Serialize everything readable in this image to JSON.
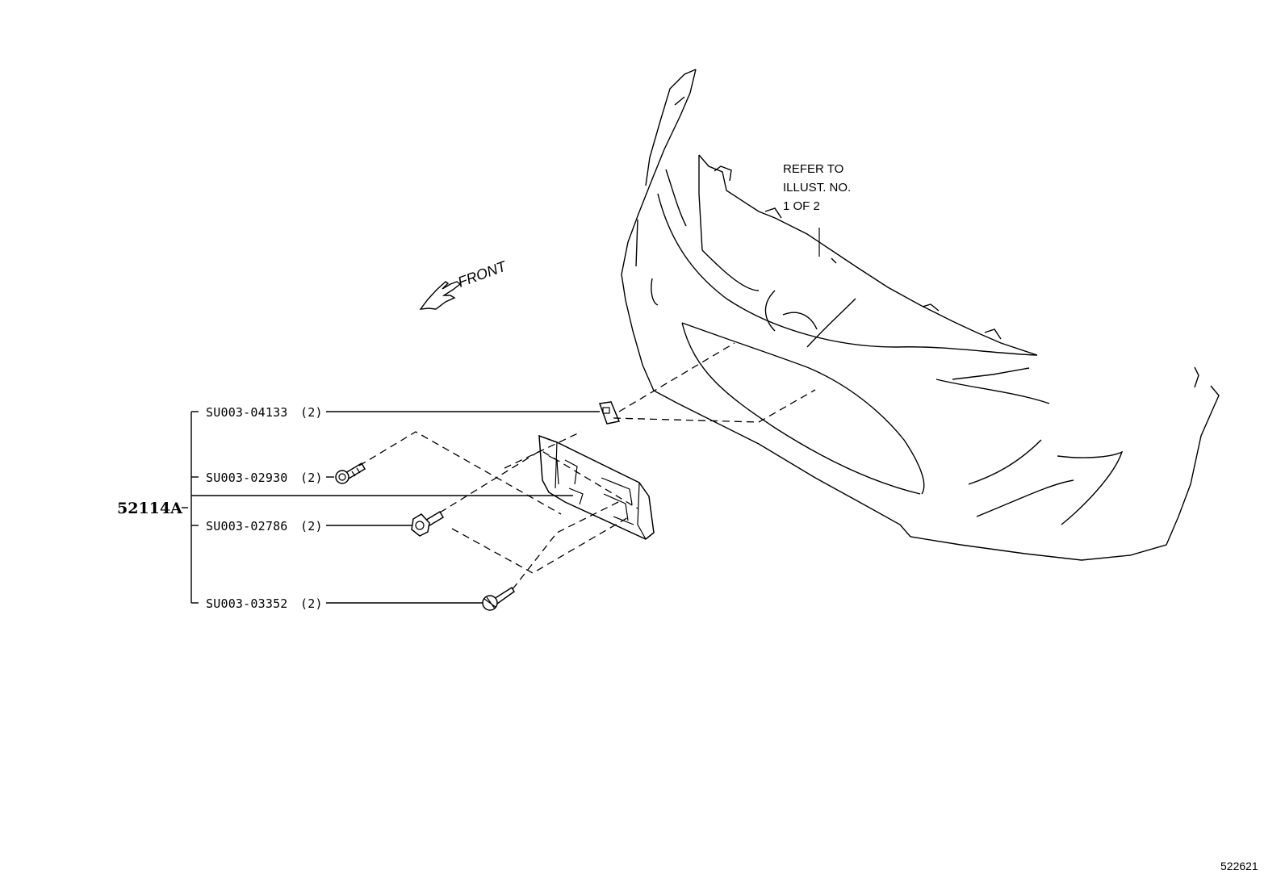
{
  "diagram": {
    "main_part": "52114A",
    "callouts": [
      {
        "id": "clip",
        "label": "SU003-04133",
        "qty": "(2)"
      },
      {
        "id": "bolt-upper",
        "label": "SU003-02930",
        "qty": "(2)"
      },
      {
        "id": "bolt-middle",
        "label": "SU003-02786",
        "qty": "(2)"
      },
      {
        "id": "screw-lower",
        "label": "SU003-03352",
        "qty": "(2)"
      }
    ],
    "reference_note": [
      "REFER TO",
      "ILLUST. NO.",
      "1 OF 2"
    ],
    "direction_label": "FRONT",
    "illustration_id": "522621"
  }
}
